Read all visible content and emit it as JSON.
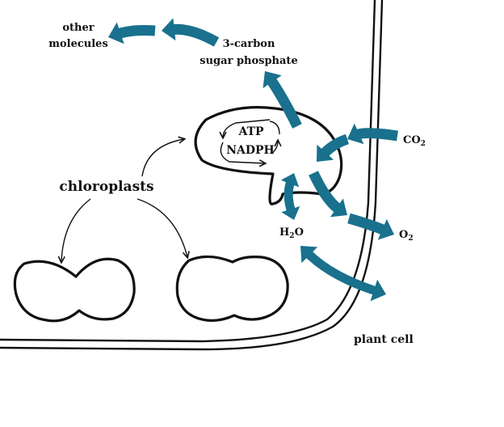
{
  "labels": {
    "other_molecules_line1": "other",
    "other_molecules_line2": "molecules",
    "sugar_line1": "3-carbon",
    "sugar_line2": "sugar phosphate",
    "atp": "ATP",
    "nadph": "NADPH",
    "co2_main": "CO",
    "co2_sub": "2",
    "o2_main": "O",
    "o2_sub": "2",
    "h2o_h": "H",
    "h2o_sub": "2",
    "h2o_o": "O",
    "chloroplasts": "chloroplasts",
    "plant_cell": "plant cell"
  },
  "colors": {
    "arrow": "#19718d",
    "outline": "#111111",
    "background": "#ffffff"
  }
}
